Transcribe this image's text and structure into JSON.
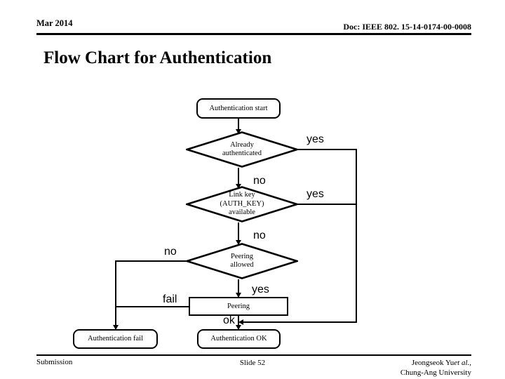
{
  "header": {
    "date": "Mar 2014",
    "doc": "Doc: IEEE 802. 15-14-0174-00-0008",
    "title": "Flow Chart for Authentication"
  },
  "footer": {
    "left": "Submission",
    "center": "Slide 52",
    "author_line1": "Jeongseok Yu",
    "author_italic": "et al.",
    "author_comma": ",",
    "author_line2": "Chung-Ang University"
  },
  "flowchart": {
    "nodes": {
      "start": "Authentication start",
      "decision_already_authenticated": "Already\nauthenticated",
      "decision_link_key": "Link key\n(AUTH_KEY)\navailable",
      "decision_peering_allowed": "Peering\nallowed",
      "process_peering": "Peering",
      "end_fail": "Authentication fail",
      "end_ok": "Authentication OK"
    },
    "edge_labels": {
      "already_yes": "yes",
      "already_no": "no",
      "linkkey_yes": "yes",
      "linkkey_no": "no",
      "peering_no": "no",
      "peering_yes": "yes",
      "peering_fail": "fail",
      "peering_ok": "ok"
    }
  },
  "colors": {
    "line": "#000000",
    "background": "#ffffff"
  }
}
